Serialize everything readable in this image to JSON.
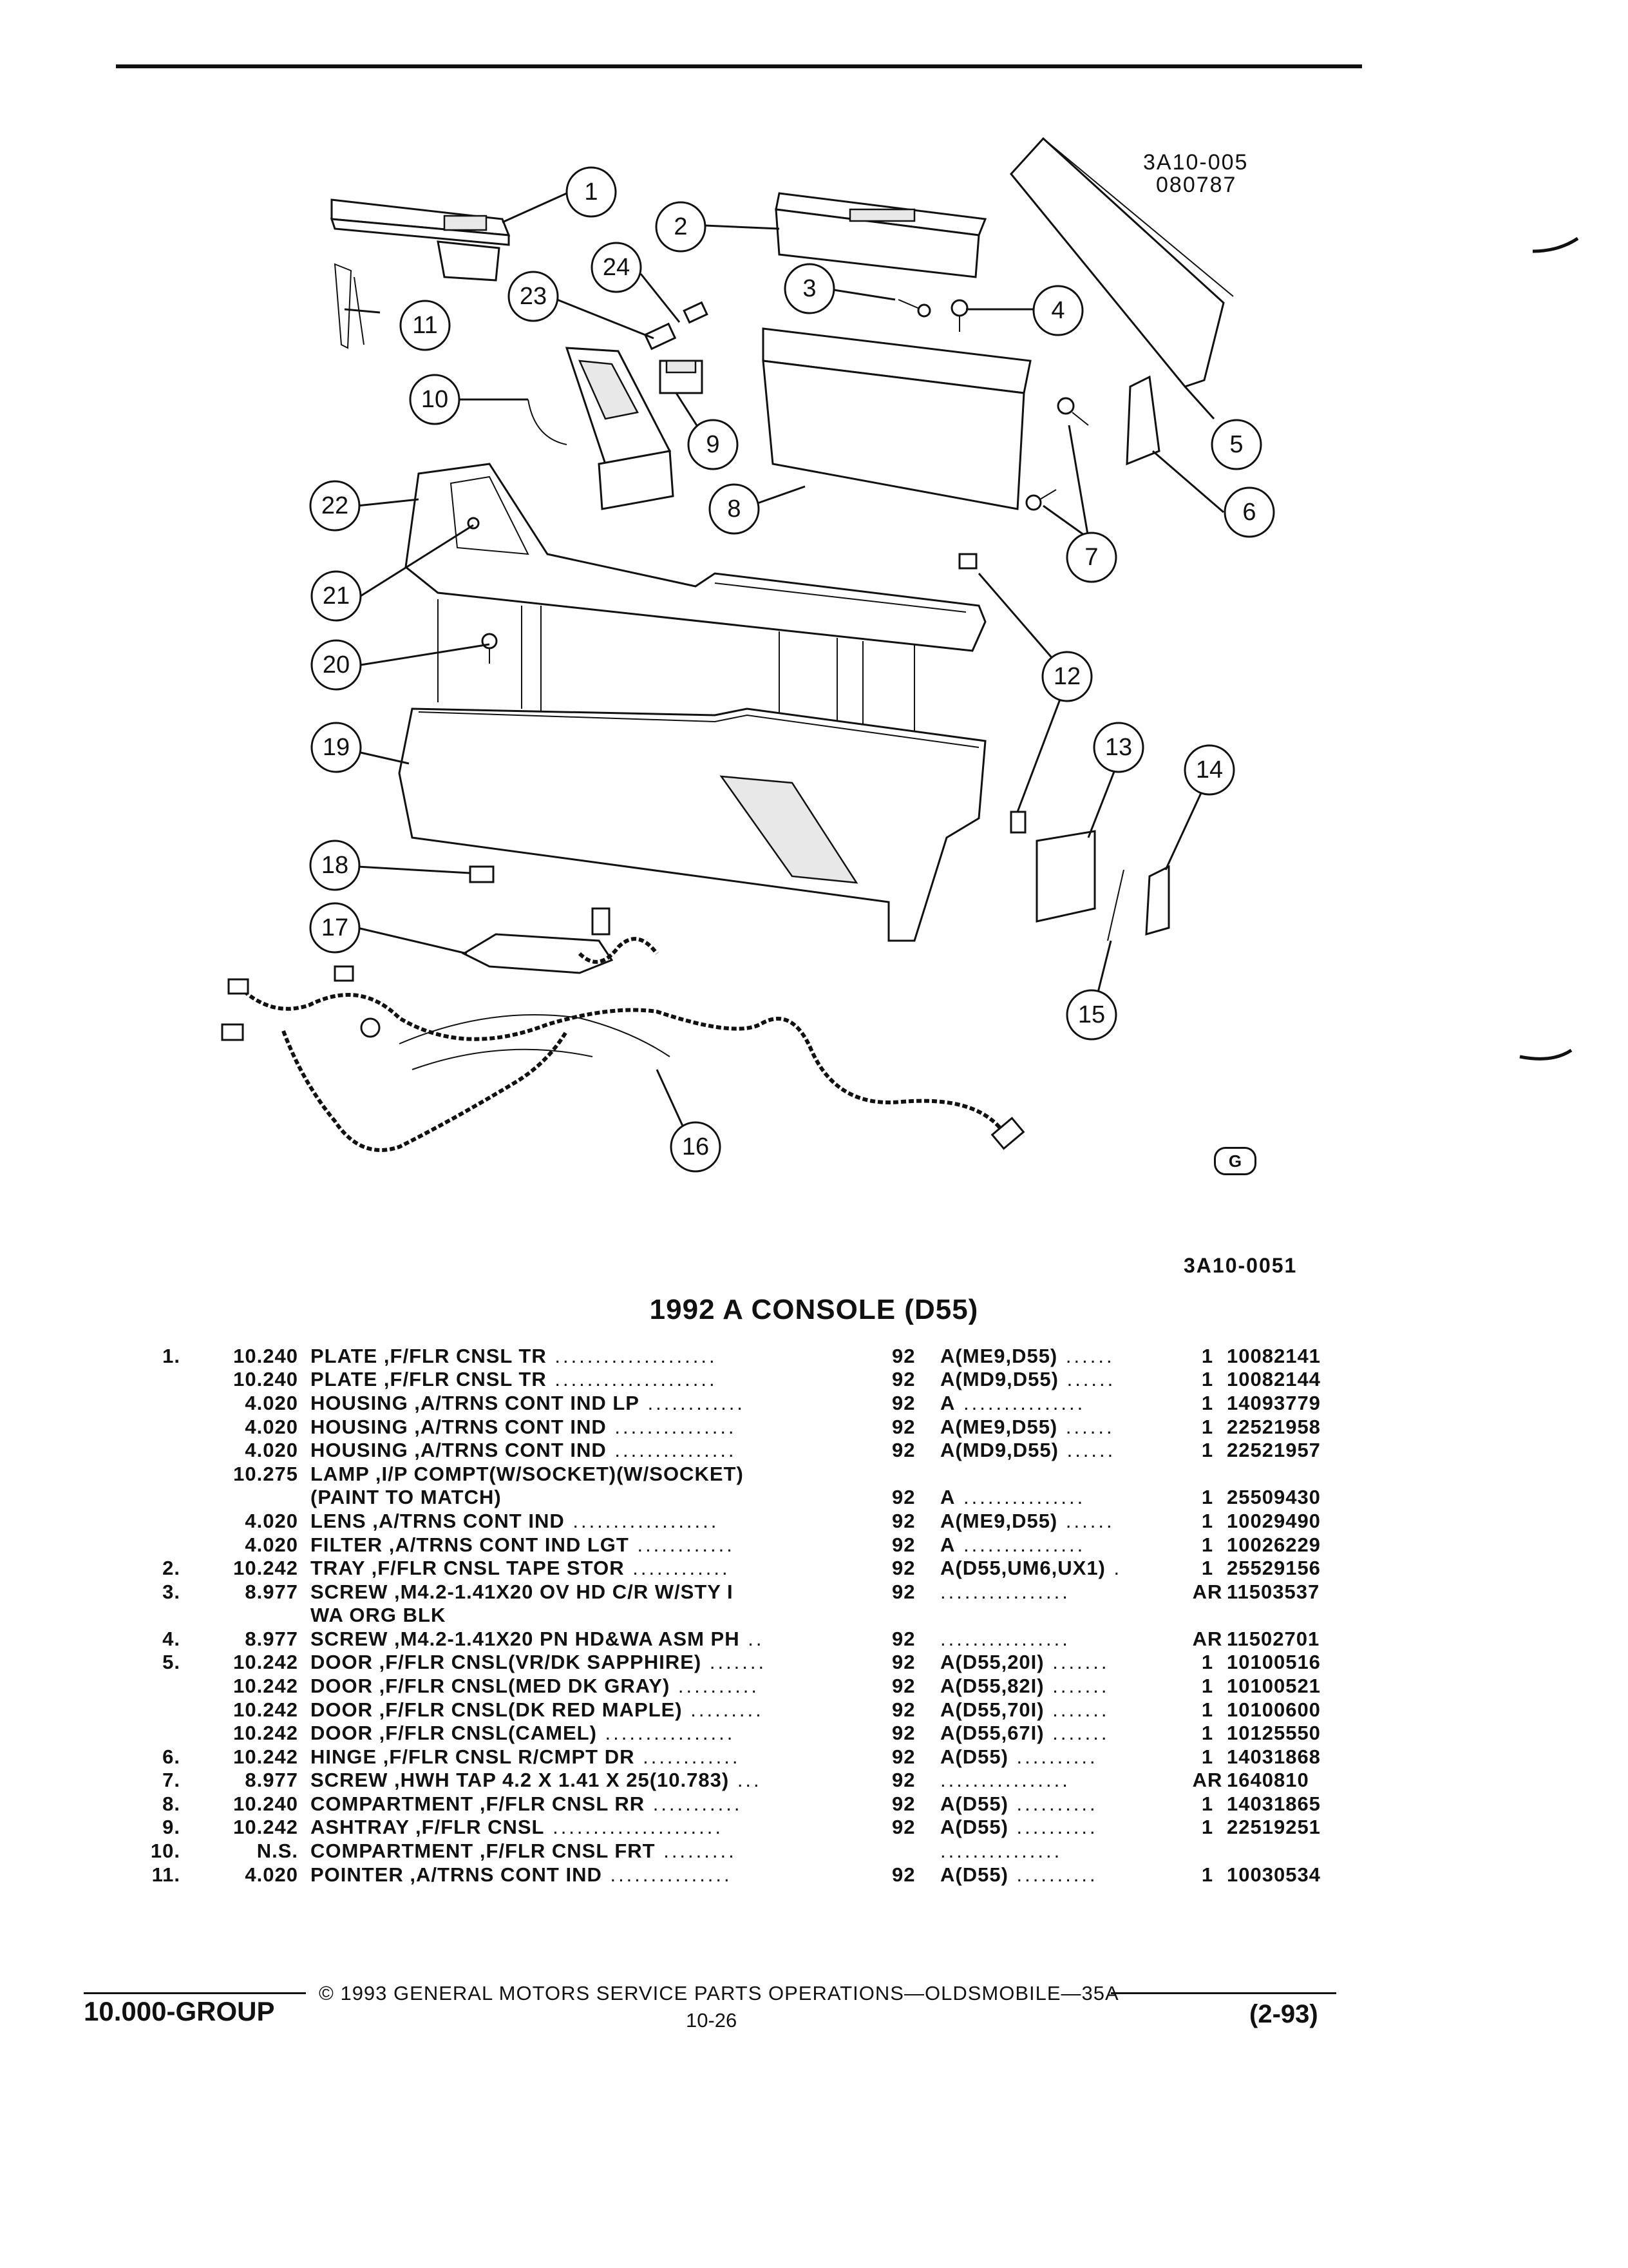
{
  "diagram": {
    "figure_code_top": "3A10-005",
    "figure_date_top": "080787",
    "figure_code_bottom": "3A10-0051",
    "logo_text": "G",
    "callouts": [
      "1",
      "2",
      "3",
      "4",
      "5",
      "6",
      "7",
      "8",
      "9",
      "10",
      "11",
      "12",
      "13",
      "14",
      "15",
      "16",
      "17",
      "18",
      "19",
      "20",
      "21",
      "22",
      "23",
      "24"
    ]
  },
  "title": "1992 A CONSOLE (D55)",
  "parts": [
    {
      "item": "1.",
      "group": "10.240",
      "desc": "PLATE ,F/FLR CNSL TR",
      "dots": "....................",
      "year": "92",
      "usage": "A(ME9,D55)",
      "udots": "......",
      "qty": "1",
      "part": "10082141"
    },
    {
      "item": "",
      "group": "10.240",
      "desc": "PLATE ,F/FLR CNSL TR",
      "dots": "....................",
      "year": "92",
      "usage": "A(MD9,D55)",
      "udots": "......",
      "qty": "1",
      "part": "10082144"
    },
    {
      "item": "",
      "group": "4.020",
      "desc": "HOUSING ,A/TRNS CONT IND LP",
      "dots": "............",
      "year": "92",
      "usage": "A",
      "udots": "...............",
      "qty": "1",
      "part": "14093779"
    },
    {
      "item": "",
      "group": "4.020",
      "desc": "HOUSING ,A/TRNS CONT IND",
      "dots": "...............",
      "year": "92",
      "usage": "A(ME9,D55)",
      "udots": "......",
      "qty": "1",
      "part": "22521958"
    },
    {
      "item": "",
      "group": "4.020",
      "desc": "HOUSING ,A/TRNS CONT IND",
      "dots": "...............",
      "year": "92",
      "usage": "A(MD9,D55)",
      "udots": "......",
      "qty": "1",
      "part": "22521957"
    },
    {
      "item": "",
      "group": "10.275",
      "desc": "LAMP ,I/P COMPT(W/SOCKET)(W/SOCKET)",
      "dots": "",
      "year": "",
      "usage": "",
      "udots": "",
      "qty": "",
      "part": ""
    },
    {
      "item": "",
      "group": "",
      "desc": "(PAINT TO MATCH)",
      "dots": "",
      "year": "92",
      "usage": "A",
      "udots": "...............",
      "qty": "1",
      "part": "25509430"
    },
    {
      "item": "",
      "group": "4.020",
      "desc": "LENS ,A/TRNS CONT IND",
      "dots": "..................",
      "year": "92",
      "usage": "A(ME9,D55)",
      "udots": "......",
      "qty": "1",
      "part": "10029490"
    },
    {
      "item": "",
      "group": "4.020",
      "desc": "FILTER ,A/TRNS CONT IND LGT",
      "dots": "............",
      "year": "92",
      "usage": "A",
      "udots": "...............",
      "qty": "1",
      "part": "10026229"
    },
    {
      "item": "2.",
      "group": "10.242",
      "desc": "TRAY ,F/FLR CNSL TAPE STOR",
      "dots": "............",
      "year": "92",
      "usage": "A(D55,UM6,UX1)",
      "udots": ".",
      "qty": "1",
      "part": "25529156"
    },
    {
      "item": "3.",
      "group": "8.977",
      "desc": "SCREW ,M4.2-1.41X20 OV HD C/R W/STY I",
      "dots": "",
      "year": "92",
      "usage": "",
      "udots": "................",
      "qty": "AR",
      "part": "11503537"
    },
    {
      "item": "",
      "group": "",
      "desc": "WA ORG BLK",
      "dots": "",
      "year": "",
      "usage": "",
      "udots": "",
      "qty": "",
      "part": ""
    },
    {
      "item": "4.",
      "group": "8.977",
      "desc": "SCREW ,M4.2-1.41X20 PN HD&WA ASM PH",
      "dots": "..",
      "year": "92",
      "usage": "",
      "udots": "................",
      "qty": "AR",
      "part": "11502701"
    },
    {
      "item": "5.",
      "group": "10.242",
      "desc": "DOOR ,F/FLR CNSL(VR/DK SAPPHIRE)",
      "dots": ".......",
      "year": "92",
      "usage": "A(D55,20I)",
      "udots": ".......",
      "qty": "1",
      "part": "10100516"
    },
    {
      "item": "",
      "group": "10.242",
      "desc": "DOOR ,F/FLR CNSL(MED DK GRAY)",
      "dots": "..........",
      "year": "92",
      "usage": "A(D55,82I)",
      "udots": ".......",
      "qty": "1",
      "part": "10100521"
    },
    {
      "item": "",
      "group": "10.242",
      "desc": "DOOR ,F/FLR CNSL(DK RED MAPLE)",
      "dots": ".........",
      "year": "92",
      "usage": "A(D55,70I)",
      "udots": ".......",
      "qty": "1",
      "part": "10100600"
    },
    {
      "item": "",
      "group": "10.242",
      "desc": "DOOR ,F/FLR CNSL(CAMEL)",
      "dots": "................",
      "year": "92",
      "usage": "A(D55,67I)",
      "udots": ".......",
      "qty": "1",
      "part": "10125550"
    },
    {
      "item": "6.",
      "group": "10.242",
      "desc": "HINGE ,F/FLR CNSL R/CMPT DR",
      "dots": "............",
      "year": "92",
      "usage": "A(D55)",
      "udots": "..........",
      "qty": "1",
      "part": "14031868"
    },
    {
      "item": "7.",
      "group": "8.977",
      "desc": "SCREW ,HWH TAP 4.2 X 1.41 X 25(10.783)",
      "dots": "...",
      "year": "92",
      "usage": "",
      "udots": "................",
      "qty": "AR",
      "part": "1640810"
    },
    {
      "item": "8.",
      "group": "10.240",
      "desc": "COMPARTMENT ,F/FLR CNSL RR",
      "dots": "...........",
      "year": "92",
      "usage": "A(D55)",
      "udots": "..........",
      "qty": "1",
      "part": "14031865"
    },
    {
      "item": "9.",
      "group": "10.242",
      "desc": "ASHTRAY ,F/FLR CNSL",
      "dots": ".....................",
      "year": "92",
      "usage": "A(D55)",
      "udots": "..........",
      "qty": "1",
      "part": "22519251"
    },
    {
      "item": "10.",
      "group": "N.S.",
      "desc": "COMPARTMENT ,F/FLR CNSL FRT",
      "dots": ".........",
      "year": "",
      "usage": "",
      "udots": "...............",
      "qty": "",
      "part": ""
    },
    {
      "item": "11.",
      "group": "4.020",
      "desc": "POINTER ,A/TRNS CONT IND",
      "dots": "...............",
      "year": "92",
      "usage": "A(D55)",
      "udots": "..........",
      "qty": "1",
      "part": "10030534"
    }
  ],
  "footer": {
    "group": "10.000-GROUP",
    "copyright": "© 1993 GENERAL MOTORS SERVICE PARTS OPERATIONS—OLDSMOBILE—35A",
    "page": "10-26",
    "date_code": "(2-93)"
  }
}
